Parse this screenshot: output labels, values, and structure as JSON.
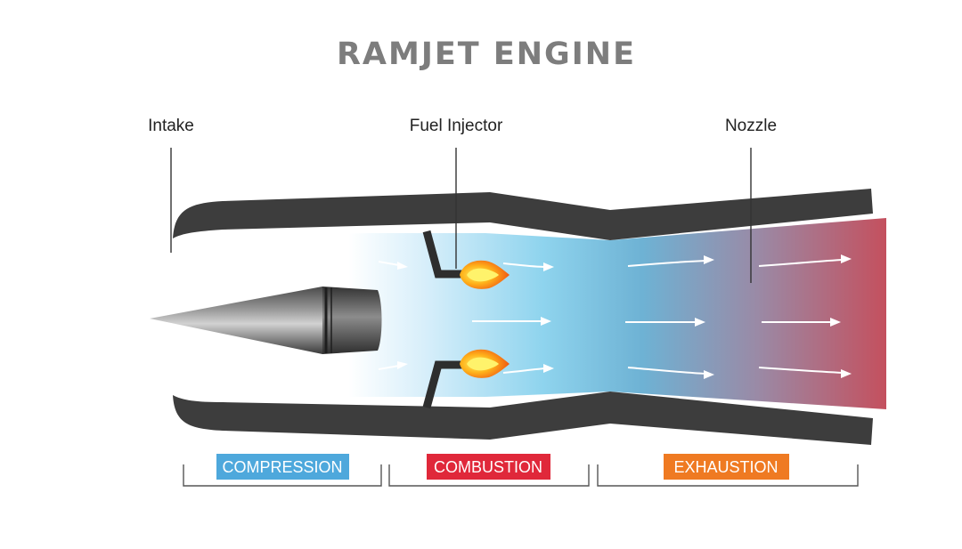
{
  "title": "RAMJET ENGINE",
  "callouts": {
    "intake": "Intake",
    "fuel_injector": "Fuel Injector",
    "nozzle": "Nozzle"
  },
  "stages": [
    {
      "label": "COMPRESSION",
      "color": "#4ea8dc"
    },
    {
      "label": "COMBUSTION",
      "color": "#e0283a"
    },
    {
      "label": "EXHAUSTION",
      "color": "#ef7a22"
    }
  ],
  "colors": {
    "casing": "#3d3d3d",
    "flow_start": "#e9f6fd",
    "flow_mid": "#8fd4ee",
    "flow_end": "#c4505e",
    "title": "#7d7d7d"
  }
}
